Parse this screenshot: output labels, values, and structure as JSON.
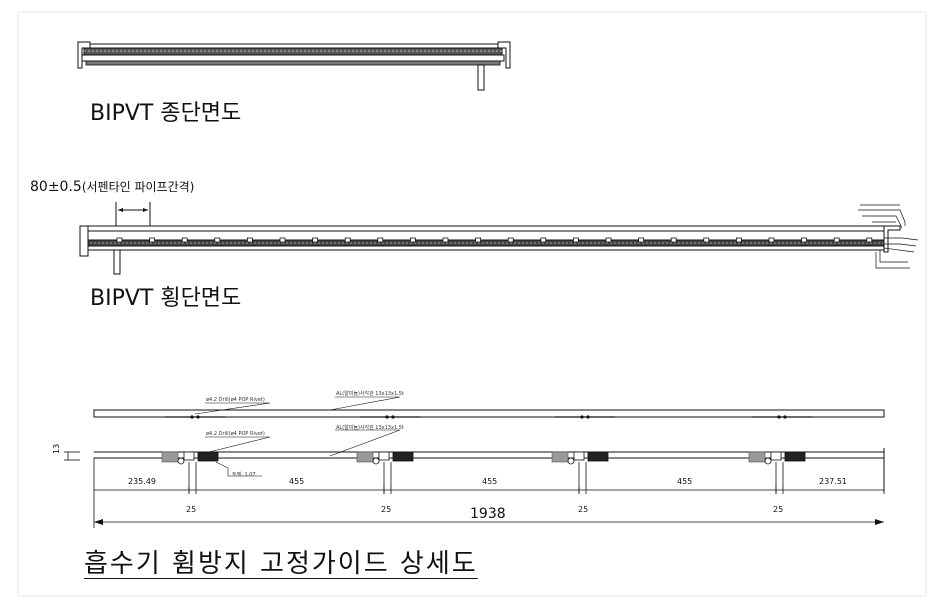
{
  "section1": {
    "title": "BIPVT 종단면도"
  },
  "section2": {
    "title": "BIPVT 횡단면도",
    "pitch_value": "80±0.5",
    "pitch_note": "(서펜타인 파이프간격)"
  },
  "section3": {
    "title": "흡수기 휨방지 고정가이드 상세도",
    "callout_rivet": "ø4.2 Drill(ø4 POP Rivet)",
    "callout_square_pipe": "AL(알미늄)사각관 13x13x1.5t",
    "callout_thickness": "두께: 1.07",
    "height_dim": "13",
    "total_length": "1938",
    "segments": [
      "235.49",
      "455",
      "455",
      "455",
      "237.51"
    ],
    "spacings": [
      "25",
      "25",
      "25",
      "25"
    ]
  }
}
